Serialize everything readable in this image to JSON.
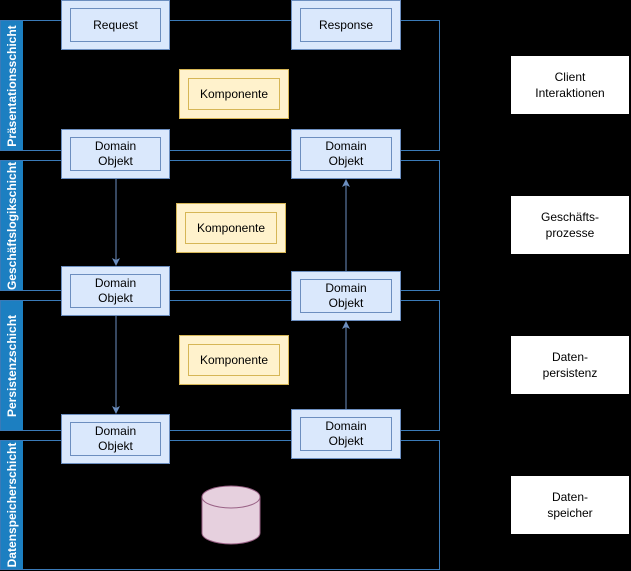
{
  "lanes": [
    {
      "label": "Präsentationsschicht"
    },
    {
      "label": "Geschäftslogikschicht"
    },
    {
      "label": "Persistenzschicht"
    },
    {
      "label": "Datenspeicherschicht"
    }
  ],
  "boxes": {
    "request": "Request",
    "response": "Response",
    "domain_object": "Domain\nObjekt"
  },
  "components": [
    "Komponente",
    "Komponente",
    "Komponente"
  ],
  "side_labels": [
    "Client\nInteraktionen",
    "Geschäfts-\nprozesse",
    "Daten-\npersistenz",
    "Daten-\nspeicher"
  ],
  "colors": {
    "lane_header": "#1c7fc1",
    "box_fill": "#dae8fc",
    "box_stroke": "#6c8ebf",
    "component_fill": "#fff2cc",
    "component_stroke": "#d6b656",
    "database_fill": "#e6d0de",
    "database_stroke": "#996185"
  }
}
